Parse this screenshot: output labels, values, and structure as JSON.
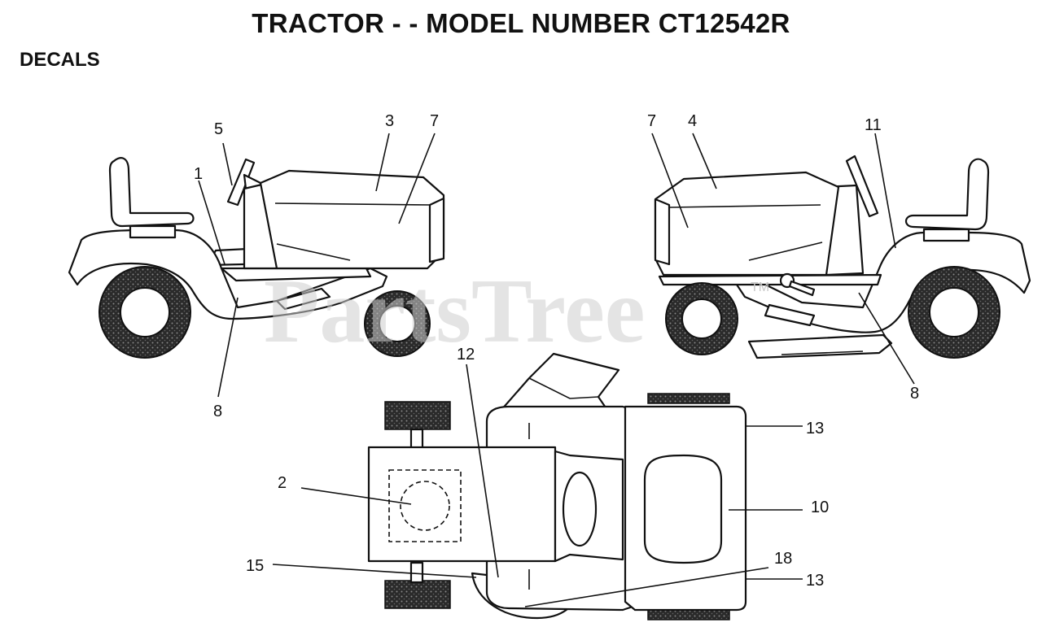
{
  "title": "TRACTOR - - MODEL NUMBER CT12542R",
  "section": "DECALS",
  "watermark": {
    "text": "PartsTree",
    "tm": "TM"
  },
  "callouts": {
    "left": {
      "c5": "5",
      "c3": "3",
      "c7": "7",
      "c1": "1",
      "c8": "8"
    },
    "right": {
      "c7": "7",
      "c4": "4",
      "c11": "11",
      "c8": "8"
    },
    "top": {
      "c12": "12",
      "c13a": "13",
      "c2": "2",
      "c10": "10",
      "c15": "15",
      "c18": "18",
      "c13b": "13"
    }
  },
  "colors": {
    "ink": "#111111",
    "tire": "#2a2a2a",
    "watermark": "#cfcfcf"
  }
}
